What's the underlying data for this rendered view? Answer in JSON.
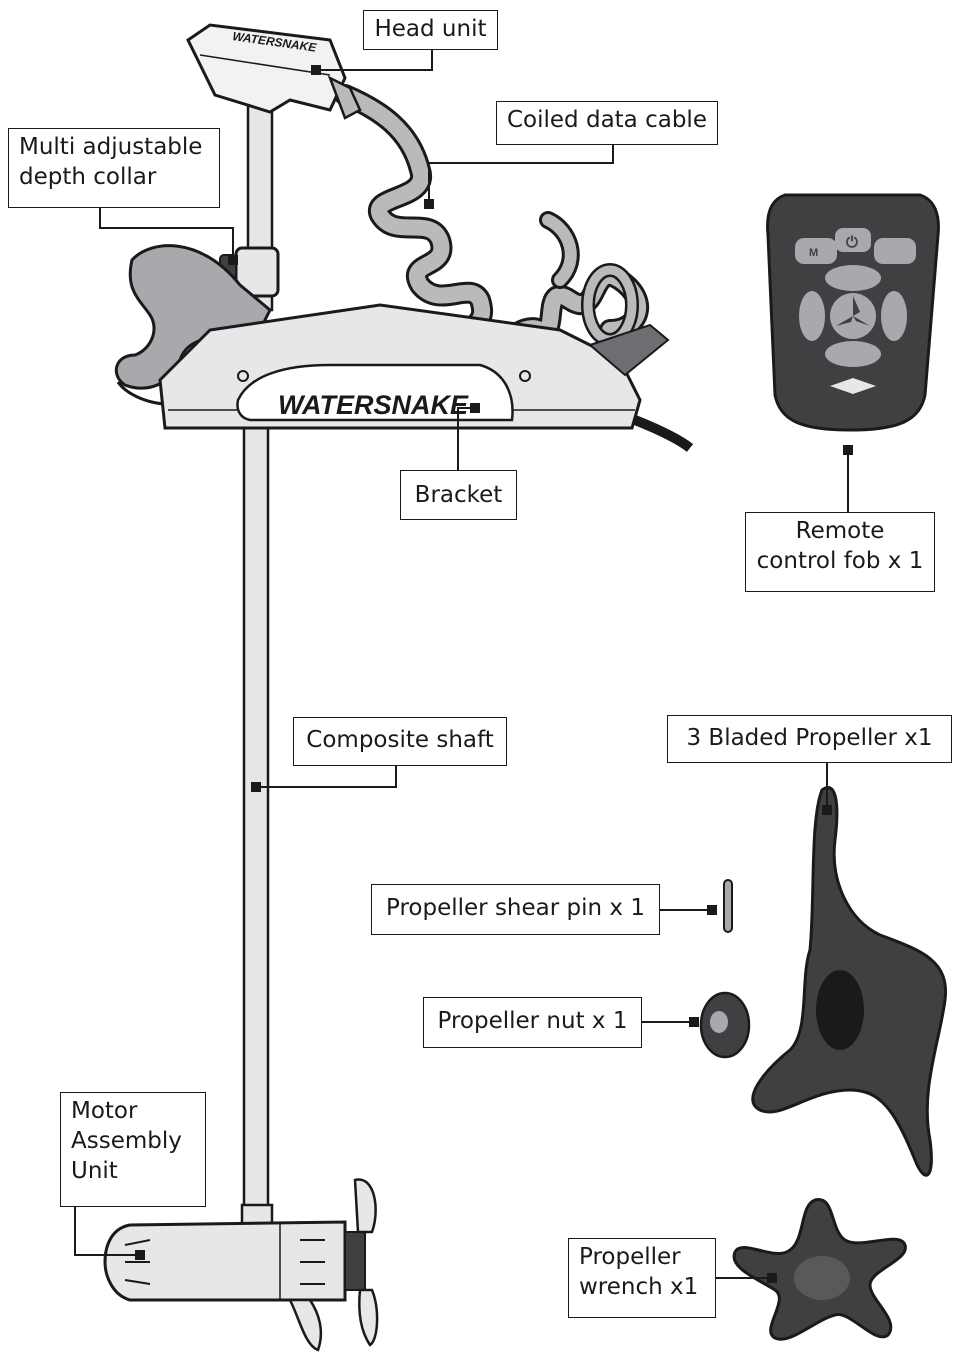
{
  "brand": "WATERSNAKE",
  "callouts": {
    "head_unit": "Head unit",
    "coiled_data_cable": "Coiled data cable",
    "depth_collar": [
      "Multi adjustable",
      "depth collar"
    ],
    "bracket": "Bracket",
    "remote_fob": [
      "Remote",
      "control fob x 1"
    ],
    "composite_shaft": "Composite shaft",
    "propeller": "3 Bladed Propeller x1",
    "shear_pin": "Propeller shear pin x 1",
    "propeller_nut": "Propeller nut x 1",
    "motor_assembly": [
      "Motor",
      "Assembly",
      "Unit"
    ],
    "propeller_wrench": [
      "Propeller",
      "wrench x1"
    ]
  },
  "remote_buttons": {
    "mode": "M"
  },
  "colors": {
    "line": "#1a1a1a",
    "body_light": "#e6e7e8",
    "body_grey": "#a7a9ac",
    "dark_part": "#3f4042",
    "cable": "#b8babc"
  }
}
